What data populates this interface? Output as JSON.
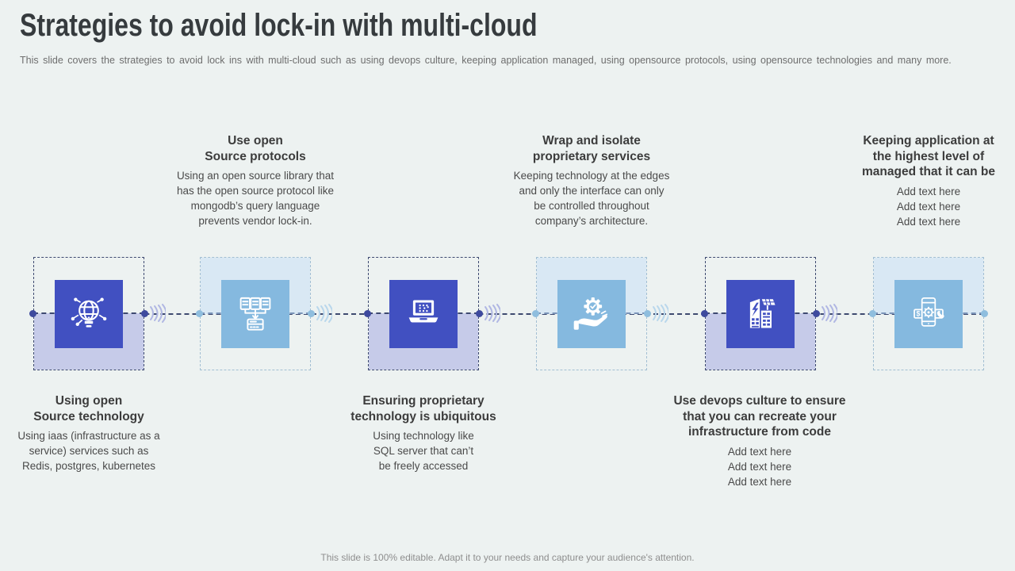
{
  "slide": {
    "title": "Strategies to avoid lock-in with multi-cloud",
    "subtitle": "This slide covers the strategies to avoid lock ins with multi-cloud such as using devops culture, keeping application managed, using opensource protocols, using opensource technologies and many more.",
    "footer": "This slide is 100% editable. Adapt it to your needs and capture your audience's attention."
  },
  "colors": {
    "background": "#edf2f1",
    "indigo_square": "#4150c1",
    "indigo_half_fill": "#c6cbe9",
    "indigo_dashed_border": "#3e4a70",
    "sky_square": "#85b9df",
    "sky_half_fill": "#d9e8f4",
    "sky_dashed_border": "#a3bfd3",
    "title_text": "#363b3e",
    "heading_text": "#3c3c3c",
    "body_text": "#4a4a4a",
    "subtitle_text": "#6e6e6e",
    "footer_text": "#8e8e8e"
  },
  "steps": [
    {
      "index": 1,
      "theme": "indigo",
      "text_position": "bottom",
      "icon": "globe-circuit-icon",
      "heading_lines": [
        "Using open",
        "Source technology"
      ],
      "body_lines": [
        "Using iaas (infrastructure as a",
        "service) services such as",
        "Redis, postgres, kubernetes"
      ]
    },
    {
      "index": 2,
      "theme": "sky",
      "text_position": "top",
      "icon": "database-merge-icon",
      "heading_lines": [
        "Use open",
        "Source protocols"
      ],
      "body_lines": [
        "Using an open source library that",
        "has the open source protocol like",
        "mongodb’s query language",
        "prevents vendor lock-in."
      ]
    },
    {
      "index": 3,
      "theme": "indigo",
      "text_position": "bottom",
      "icon": "laptop-data-icon",
      "heading_lines": [
        "Ensuring proprietary",
        "technology is ubiquitous"
      ],
      "body_lines": [
        "Using technology like",
        "SQL server that can’t",
        "be freely accessed"
      ]
    },
    {
      "index": 4,
      "theme": "sky",
      "text_position": "top",
      "icon": "hand-gear-icon",
      "heading_lines": [
        "Wrap and isolate",
        "proprietary services"
      ],
      "body_lines": [
        "Keeping technology at the edges",
        "and only the interface can only",
        "be controlled throughout",
        "company’s architecture."
      ]
    },
    {
      "index": 5,
      "theme": "indigo",
      "text_position": "bottom",
      "icon": "power-building-icon",
      "heading_lines": [
        "Use devops culture to ensure",
        "that you can recreate your",
        "infrastructure from code"
      ],
      "body_lines": [
        "Add text here",
        "Add text here",
        "Add text here"
      ]
    },
    {
      "index": 6,
      "theme": "sky",
      "text_position": "top",
      "icon": "mobile-services-icon",
      "heading_lines": [
        "Keeping application at",
        "the highest level of",
        "managed that it can be"
      ],
      "body_lines": [
        "Add text here",
        "Add text here",
        "Add text here"
      ]
    }
  ]
}
